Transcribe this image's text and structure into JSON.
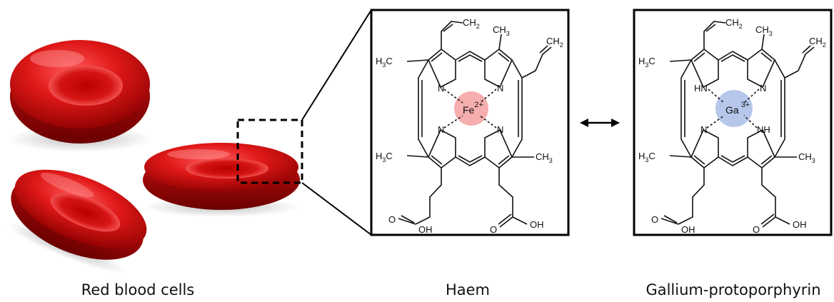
{
  "captions": {
    "rbc": "Red blood cells",
    "haem": "Haem",
    "gallium": "Gallium-protoporphyrin"
  },
  "haem": {
    "metal": "Fe",
    "charge": "2+",
    "n_labels": [
      "N",
      "N",
      "N",
      "N"
    ],
    "substituents": {
      "ch2_a": "CH",
      "ch2_a_sub": "2",
      "ch3_top": "CH",
      "ch3_top_sub": "3",
      "ch2_b": "CH",
      "ch2_b_sub": "2",
      "h3c_left": "H",
      "h3c_left_sub": "3",
      "h3c_left_c": "C",
      "h3c_bl": "H",
      "h3c_bl_sub": "3",
      "h3c_bl_c": "C",
      "ch3_br": "CH",
      "ch3_br_sub": "3",
      "o1": "O",
      "oh1": "OH",
      "o2": "O",
      "oh2": "OH"
    }
  },
  "gallium": {
    "metal": "Ga",
    "charge": "3+",
    "n_labels": [
      "HN",
      "N",
      "N",
      "NH"
    ],
    "substituents": {
      "ch2_a": "CH",
      "ch2_a_sub": "2",
      "ch3_top": "CH",
      "ch3_top_sub": "3",
      "ch2_b": "CH",
      "ch2_b_sub": "2",
      "h3c_left": "H",
      "h3c_left_sub": "3",
      "h3c_left_c": "C",
      "h3c_bl": "H",
      "h3c_bl_sub": "3",
      "h3c_bl_c": "C",
      "ch3_br": "CH",
      "ch3_br_sub": "3",
      "o1": "O",
      "oh1": "OH",
      "o2": "O",
      "oh2": "OH"
    }
  },
  "colors": {
    "rbc_red": "#d41010",
    "fe_highlight": "#f4a0a0",
    "ga_highlight": "#a9bde8",
    "box_stroke": "#000000"
  }
}
